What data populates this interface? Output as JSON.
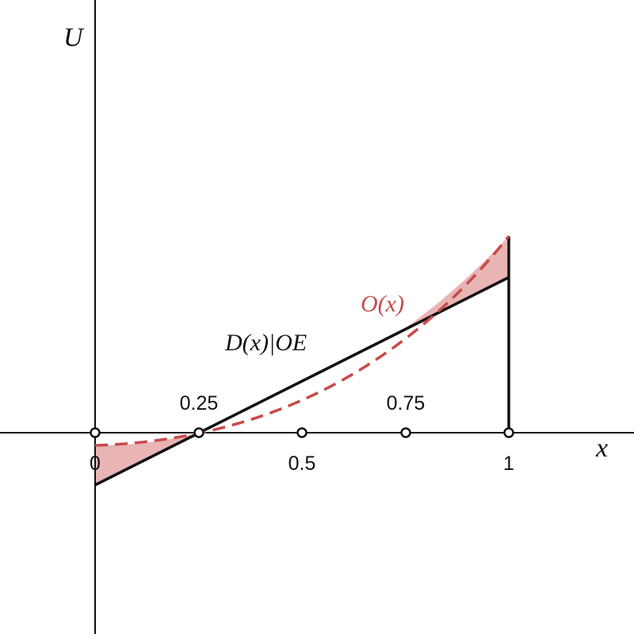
{
  "axes": {
    "x_label": "x",
    "y_label": "U"
  },
  "ticks": [
    {
      "label": "0",
      "value": 0,
      "side": "below"
    },
    {
      "label": "0.25",
      "value": 0.25,
      "side": "above"
    },
    {
      "label": "0.5",
      "value": 0.5,
      "side": "below"
    },
    {
      "label": "0.75",
      "value": 0.75,
      "side": "above"
    },
    {
      "label": "1",
      "value": 1,
      "side": "below"
    }
  ],
  "curves": {
    "linear": {
      "label": "D(x)|OE",
      "color": "#111111",
      "style": "solid"
    },
    "quadratic": {
      "label": "O(x)",
      "color": "#c84b4b",
      "style": "dashed"
    },
    "shade_color": "#e8b4b4"
  }
}
